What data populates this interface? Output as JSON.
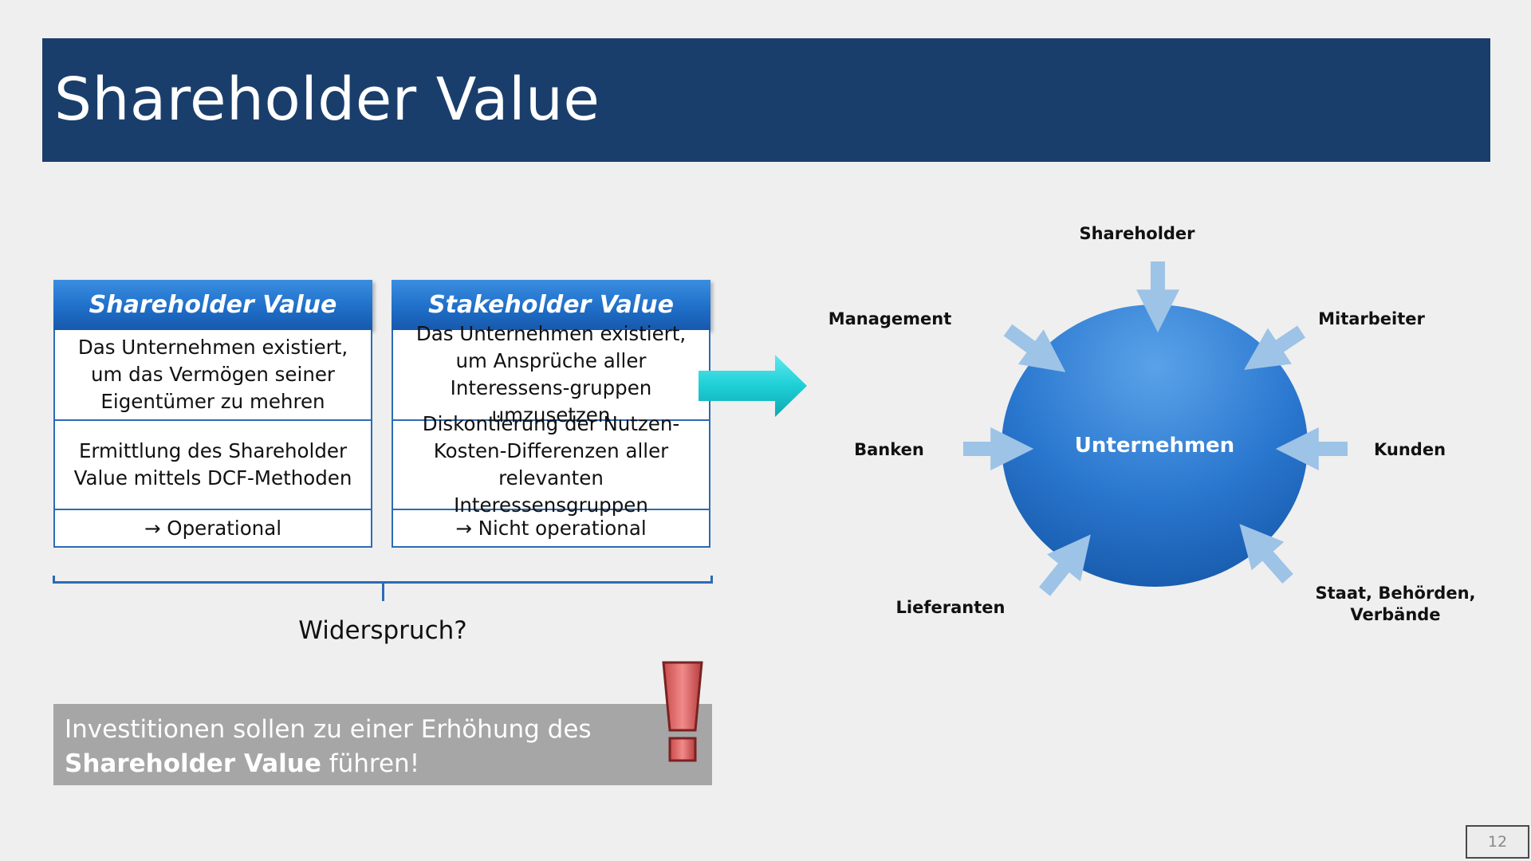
{
  "slide": {
    "title": "Shareholder Value",
    "page_number": "12"
  },
  "comparison": {
    "shareholder": {
      "heading": "Shareholder Value",
      "rows": [
        "Das Unternehmen existiert, um das Vermögen seiner Eigentümer zu mehren",
        "Ermittlung des Shareholder Value mittels DCF-Methoden",
        "→ Operational"
      ]
    },
    "stakeholder": {
      "heading": "Stakeholder Value",
      "rows": [
        "Das Unternehmen existiert, um Ansprüche aller Interessens-gruppen umzusetzen",
        "Diskontierung der Nutzen-Kosten-Differenzen aller relevanten Interessensgruppen",
        "→ Nicht operational"
      ]
    },
    "question": "Widerspruch?"
  },
  "note": {
    "line1": "Investitionen sollen zu einer Erhöhung des",
    "bold": "Shareholder Value",
    "rest": " führen!"
  },
  "stakeholder_diagram": {
    "center": "Unternehmen",
    "stakeholders": {
      "top": "Shareholder",
      "top_left": "Management",
      "top_right": "Mitarbeiter",
      "left": "Banken",
      "right": "Kunden",
      "bottom_left": "Lieferanten",
      "bottom_right_line1": "Staat, Behörden,",
      "bottom_right_line2": "Verbände"
    }
  },
  "colors": {
    "title_bar": "#1a3e6c",
    "accent_blue": "#2c6bb5",
    "arrow_cyan": "#1ecfd6",
    "arrow_light_blue": "#9dc3e6",
    "note_gray": "#a6a6a6",
    "warning_red": "#e06666"
  },
  "icons": {
    "main_arrow": "arrow-right-icon",
    "warning": "exclamation-icon"
  }
}
